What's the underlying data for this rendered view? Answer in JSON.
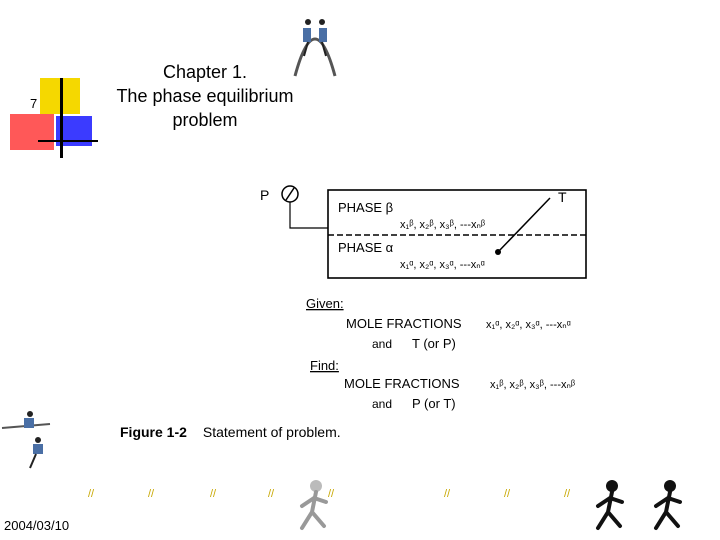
{
  "slide": {
    "number": "7",
    "title_lines": [
      "Chapter 1.",
      "The phase equilibrium",
      "problem"
    ],
    "date": "2004/03/10"
  },
  "figure": {
    "p_label": "P",
    "t_label": "T",
    "phase_beta_label": "PHASE β",
    "phase_beta_fractions": "x₁ᵝ, x₂ᵝ, x₃ᵝ, ---xₙᵝ",
    "phase_alpha_label": "PHASE α",
    "phase_alpha_fractions": "x₁ᵅ, x₂ᵅ, x₃ᵅ, ---xₙᵅ",
    "given_label": "Given:",
    "given_mole_fractions": "MOLE FRACTIONS",
    "given_mole_values": "x₁ᵅ, x₂ᵅ, x₃ᵅ, ---xₙᵅ",
    "given_and": "and",
    "given_condition": "T (or P)",
    "find_label": "Find:",
    "find_mole_fractions": "MOLE FRACTIONS",
    "find_mole_values": "x₁ᵝ, x₂ᵝ, x₃ᵝ, ---xₙᵝ",
    "find_and": "and",
    "find_condition": "P (or T)"
  },
  "caption": {
    "figure_label": "Figure 1-2",
    "text": "Statement of problem."
  },
  "colors": {
    "accent_yellow": "#f5d800",
    "accent_red": "#ff3b3b",
    "accent_blue": "#3b3bff",
    "rule": "#000000"
  },
  "decorations": {
    "top_icon": "climbers-icon",
    "left_icon": "climbers-icon",
    "footer_icons": [
      "running-figure-icon",
      "running-figure-icon",
      "running-figure-icon"
    ]
  }
}
